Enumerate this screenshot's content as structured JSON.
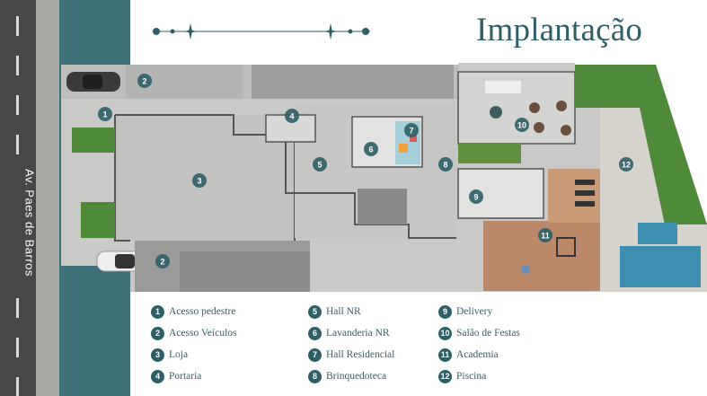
{
  "title": "Implantação",
  "street": "Av. Paes de Barros",
  "colors": {
    "teal": "#2e5f66",
    "street": "#474747",
    "grass": "#4f8a3a",
    "pool": "#3f8fb0",
    "gym_floor": "#b9896a"
  },
  "markers": [
    "1",
    "2",
    "2",
    "3",
    "4",
    "5",
    "6",
    "7",
    "8",
    "9",
    "10",
    "11",
    "12"
  ],
  "legend": [
    {
      "num": "1",
      "label": "Acesso pedestre"
    },
    {
      "num": "2",
      "label": "Acesso Veículos"
    },
    {
      "num": "3",
      "label": "Loja"
    },
    {
      "num": "4",
      "label": "Portaria"
    },
    {
      "num": "5",
      "label": "Hall NR"
    },
    {
      "num": "6",
      "label": "Lavanderia NR"
    },
    {
      "num": "7",
      "label": "Hall Residencial"
    },
    {
      "num": "8",
      "label": "Brinquedoteca"
    },
    {
      "num": "9",
      "label": "Delivery"
    },
    {
      "num": "10",
      "label": "Salão de Festas"
    },
    {
      "num": "11",
      "label": "Academia"
    },
    {
      "num": "12",
      "label": "Piscina"
    }
  ]
}
